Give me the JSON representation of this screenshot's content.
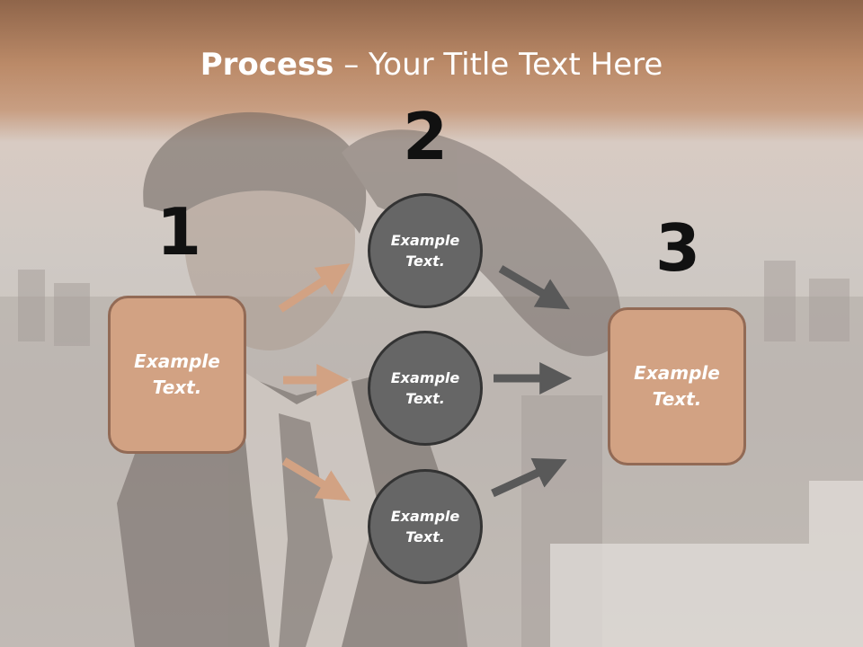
{
  "title": {
    "bold": "Process",
    "rest": " – Your Title Text Here"
  },
  "steps": {
    "one": "1",
    "two": "2",
    "three": "3"
  },
  "left_box": {
    "text": "Example Text."
  },
  "circles": [
    {
      "text": "Example Text."
    },
    {
      "text": "Example Text."
    },
    {
      "text": "Example Text."
    }
  ],
  "right_box": {
    "text": "Example Text."
  },
  "colors": {
    "header": "#b9896b",
    "box_fill": "#d2a283",
    "box_border": "#926a55",
    "circle_fill": "#666666",
    "circle_border": "#333333",
    "arrow_left": "#d2a283",
    "arrow_right": "#595959"
  }
}
